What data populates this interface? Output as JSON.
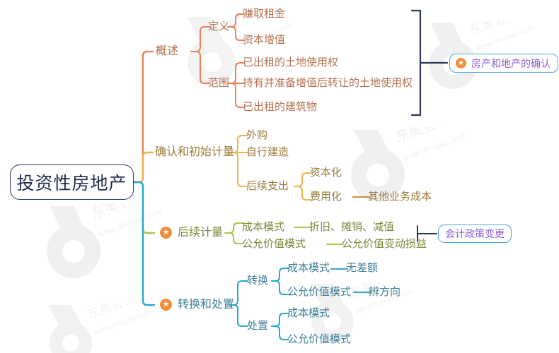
{
  "diagram": {
    "type": "mindmap",
    "root": {
      "label": "投资性房地产"
    },
    "branches": [
      {
        "label": "概述",
        "color": "#e8825a",
        "text_color": "#b4714f",
        "star": false,
        "children": [
          {
            "label": "定义",
            "children": [
              {
                "label": "赚取租金"
              },
              {
                "label": "资本增值"
              }
            ]
          },
          {
            "label": "范围",
            "children": [
              {
                "label": "已出租的土地使用权"
              },
              {
                "label": "持有并准备增值后转让的土地使用权"
              },
              {
                "label": "已出租的建筑物"
              }
            ]
          }
        ]
      },
      {
        "label": "确认和初始计量",
        "color": "#f0b34e",
        "text_color": "#9a7b3c",
        "star": false,
        "children": [
          {
            "label": "外购"
          },
          {
            "label": "自行建造"
          },
          {
            "label": "后续支出",
            "children": [
              {
                "label": "资本化"
              },
              {
                "label": "费用化",
                "linked": "其他业务成本"
              }
            ]
          }
        ]
      },
      {
        "label": "后续计量",
        "color": "#a8c44a",
        "text_color": "#7a8a3c",
        "star": true,
        "children": [
          {
            "label": "成本模式",
            "linked": "折旧、摊销、减值"
          },
          {
            "label": "公允价值模式",
            "linked": "公允价值变动损益"
          }
        ]
      },
      {
        "label": "转换和处置",
        "color": "#29a8cd",
        "text_color": "#3f7f97",
        "star": true,
        "children": [
          {
            "label": "转换",
            "children": [
              {
                "label": "成本模式",
                "linked": "无差额"
              },
              {
                "label": "公允价值模式",
                "linked": "辨方向"
              }
            ]
          },
          {
            "label": "处置",
            "children": [
              {
                "label": "成本模式"
              },
              {
                "label": "公允价值模式"
              }
            ]
          }
        ]
      }
    ],
    "badges": [
      {
        "label": "房产和地产的确认",
        "star": true,
        "border": "#4aa8e0",
        "text": "#8b5ccf"
      },
      {
        "label": "会计政策变更",
        "star": false,
        "border": "#4aa8e0",
        "text": "#8b5ccf"
      }
    ],
    "watermarks": {
      "brand": "东奥会计在线",
      "url": "www.dongao.com"
    },
    "colors": {
      "root_border": "#2c3659",
      "root_text": "#1f2a4a",
      "bracket": "#2c3659",
      "star_fill": "#ef8f3c"
    }
  }
}
